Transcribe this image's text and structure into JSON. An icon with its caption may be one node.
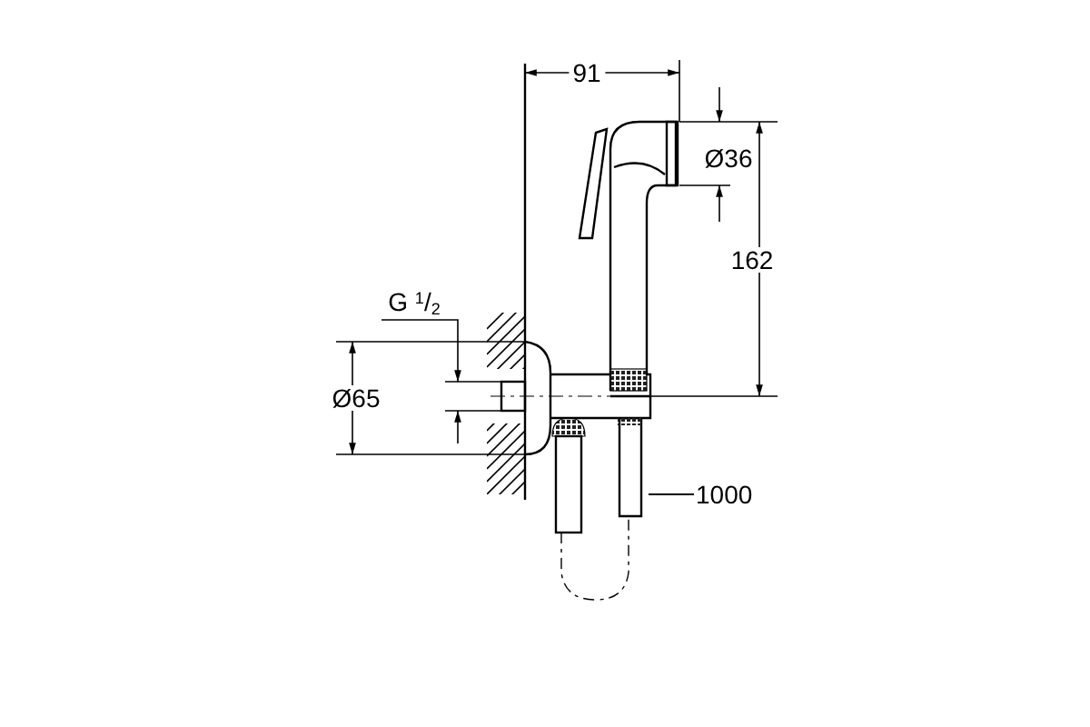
{
  "diagram": {
    "nodes": [
      {
        "text": [
          "1000"
        ]
      },
      {
        "text": [],
        "shape": "picture"
      }
    ],
    "edges": [
      {
        "from": 0,
        "to": 1,
        "arrow": "none"
      }
    ],
    "labels": [
      "91",
      "Ø36",
      "162",
      "G $^{1}$/$_{2}$",
      "Ø65"
    ]
  }
}
